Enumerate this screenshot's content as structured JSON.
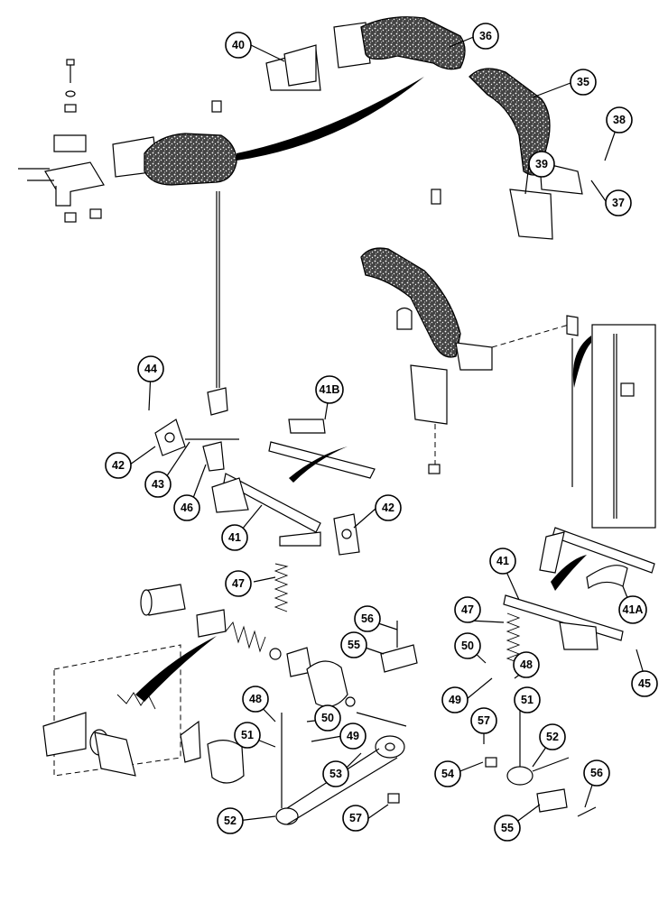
{
  "diagram": {
    "callouts": [
      {
        "id": "c36",
        "label": "36"
      },
      {
        "id": "c40",
        "label": "40"
      },
      {
        "id": "c35",
        "label": "35"
      },
      {
        "id": "c38",
        "label": "38"
      },
      {
        "id": "c39",
        "label": "39"
      },
      {
        "id": "c37",
        "label": "37"
      },
      {
        "id": "c44",
        "label": "44"
      },
      {
        "id": "c41B",
        "label": "41B"
      },
      {
        "id": "c42a",
        "label": "42"
      },
      {
        "id": "c43",
        "label": "43"
      },
      {
        "id": "c46",
        "label": "46"
      },
      {
        "id": "c41a",
        "label": "41"
      },
      {
        "id": "c42b",
        "label": "42"
      },
      {
        "id": "c47a",
        "label": "47"
      },
      {
        "id": "c41b",
        "label": "41"
      },
      {
        "id": "c41A",
        "label": "41A"
      },
      {
        "id": "c56a",
        "label": "56"
      },
      {
        "id": "c55a",
        "label": "55"
      },
      {
        "id": "c47b",
        "label": "47"
      },
      {
        "id": "c50a",
        "label": "50"
      },
      {
        "id": "c48a",
        "label": "48"
      },
      {
        "id": "c49a",
        "label": "49"
      },
      {
        "id": "c51a",
        "label": "51"
      },
      {
        "id": "c45",
        "label": "45"
      },
      {
        "id": "c48b",
        "label": "48"
      },
      {
        "id": "c50b",
        "label": "50"
      },
      {
        "id": "c49b",
        "label": "49"
      },
      {
        "id": "c51b",
        "label": "51"
      },
      {
        "id": "c57a",
        "label": "57"
      },
      {
        "id": "c52a",
        "label": "52"
      },
      {
        "id": "c53",
        "label": "53"
      },
      {
        "id": "c54",
        "label": "54"
      },
      {
        "id": "c52b",
        "label": "52"
      },
      {
        "id": "c57b",
        "label": "57"
      },
      {
        "id": "c56b",
        "label": "56"
      },
      {
        "id": "c55b",
        "label": "55"
      }
    ]
  }
}
